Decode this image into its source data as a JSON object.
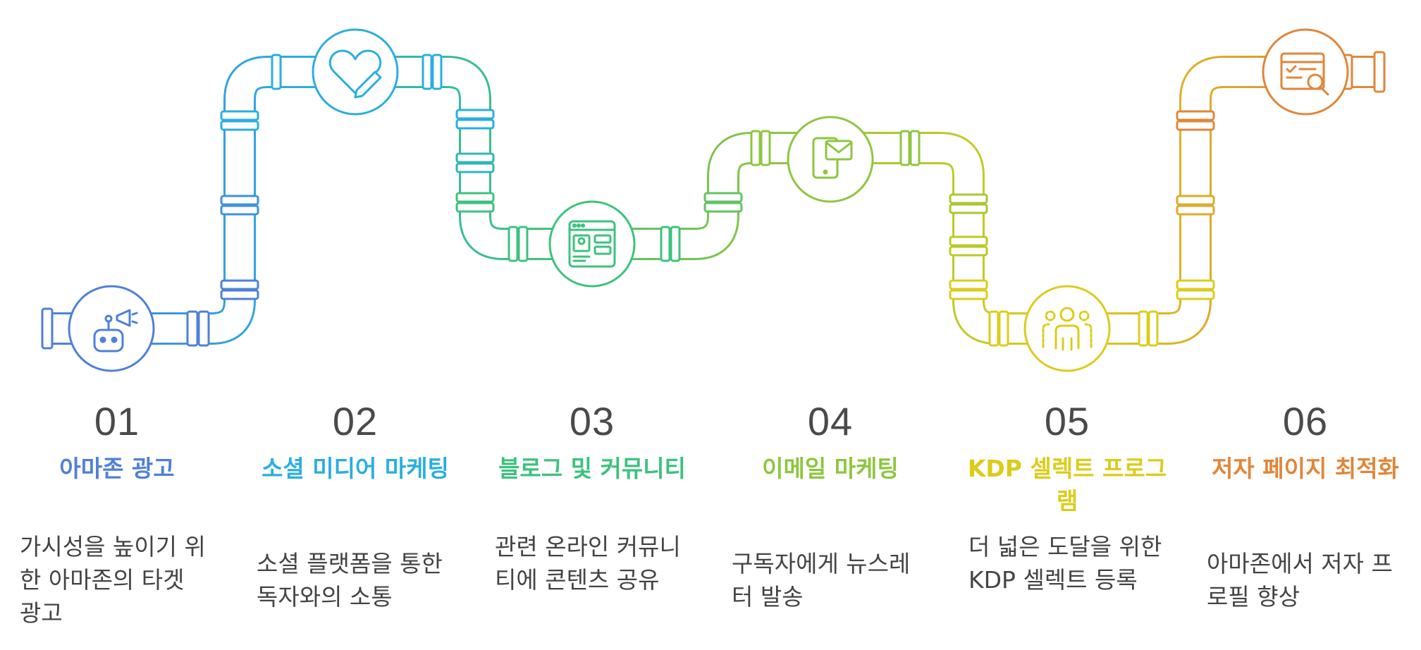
{
  "colors": {
    "step1": "#4E80DA",
    "step2": "#2AAEE0",
    "step3": "#3CC27E",
    "step4": "#8EC63F",
    "step5": "#DCCC1A",
    "step6": "#E0863A"
  },
  "steps": [
    {
      "number": "01",
      "title": "아마존 광고",
      "description": "가시성을 높이기 위한 아마존의 타겟 광고",
      "icon": "robot-megaphone-icon"
    },
    {
      "number": "02",
      "title": "소셜 미디어 마케팅",
      "description": "소셜 플랫폼을 통한 독자와의 소통",
      "icon": "heart-pencil-icon"
    },
    {
      "number": "03",
      "title": "블로그 및 커뮤니티",
      "description": "관련 온라인 커뮤니티에 콘텐츠 공유",
      "icon": "web-page-icon"
    },
    {
      "number": "04",
      "title": "이메일 마케팅",
      "description": "구독자에게 뉴스레터 발송",
      "icon": "phone-mail-icon"
    },
    {
      "number": "05",
      "title": "KDP 셀렉트 프로그램",
      "description": "더 넓은 도달을 위한 KDP 셀렉트 등록",
      "icon": "people-group-icon"
    },
    {
      "number": "06",
      "title": "저자 페이지 최적화",
      "description": "아마존에서 저자 프로필 향상",
      "icon": "search-document-icon"
    }
  ]
}
